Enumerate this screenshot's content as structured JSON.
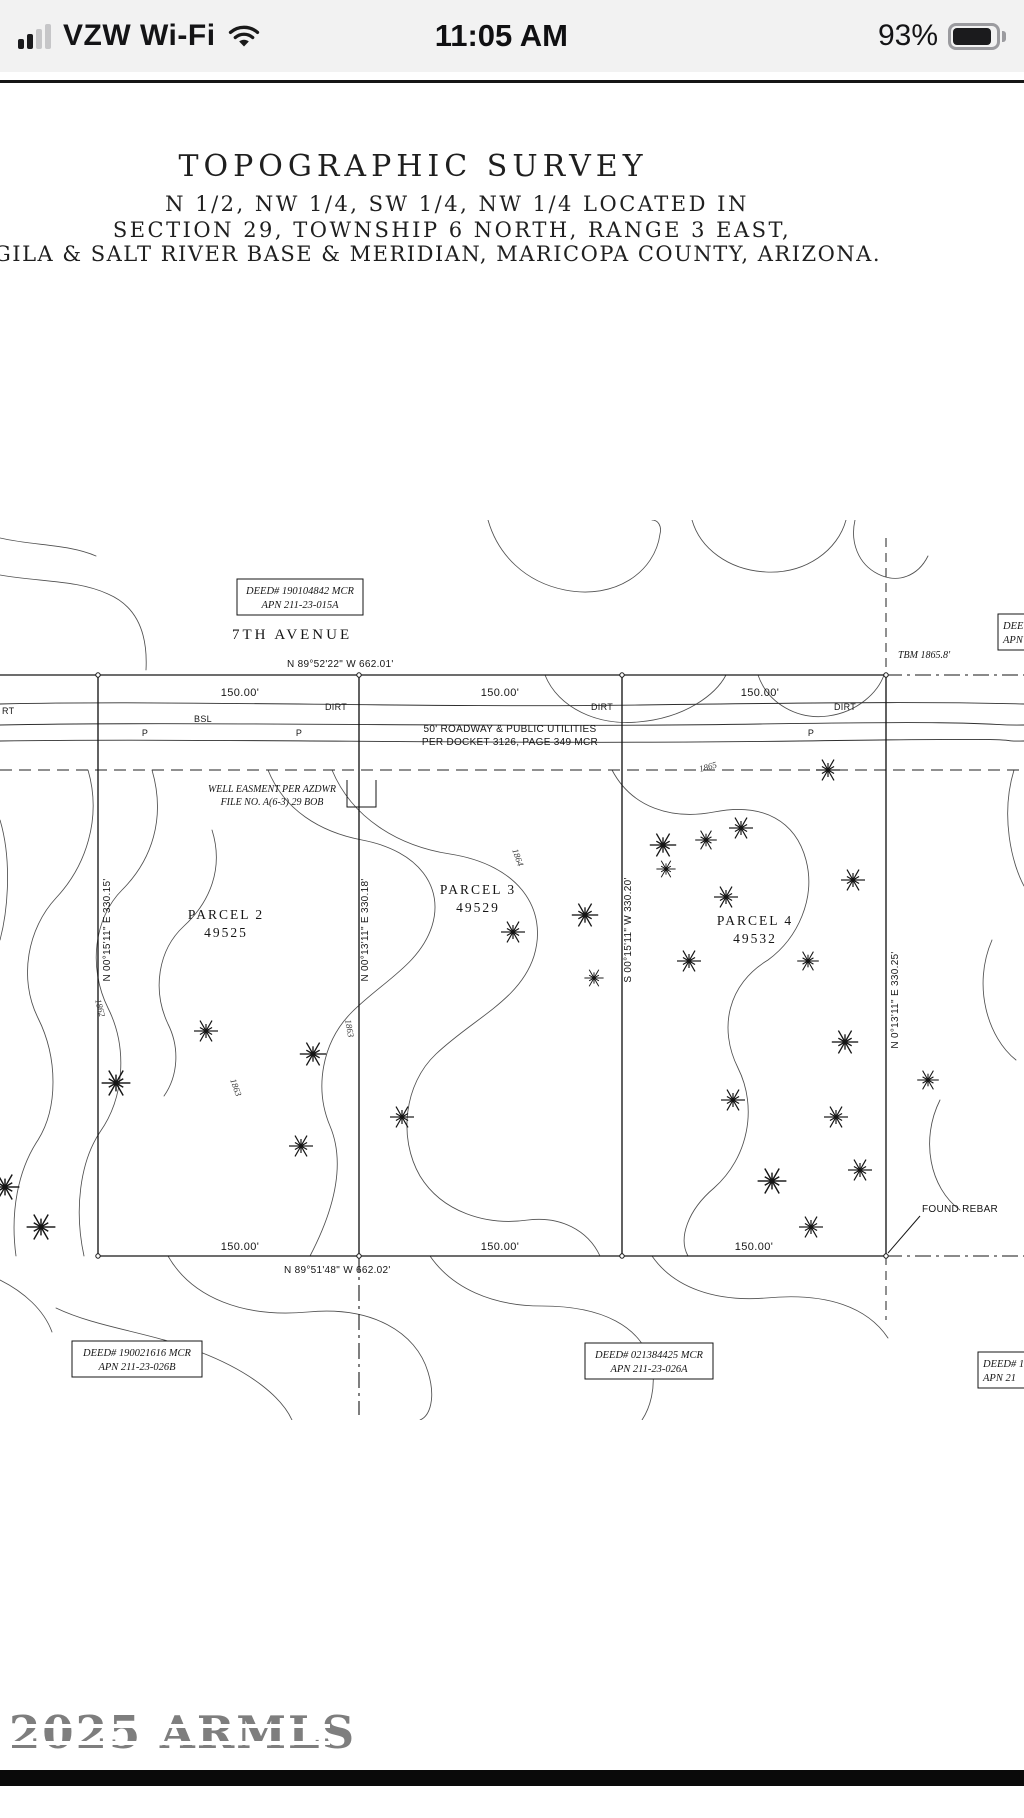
{
  "status_bar": {
    "carrier": "VZW Wi-Fi",
    "time": "11:05 AM",
    "battery_percent": "93%"
  },
  "title_block": {
    "line1": "TOPOGRAPHIC SURVEY",
    "line2": "N 1/2, NW 1/4, SW 1/4, NW 1/4 LOCATED IN",
    "line3": "SECTION 29, TOWNSHIP 6 NORTH, RANGE 3 EAST,",
    "line4": "GILA & SALT RIVER BASE & MERIDIAN, MARICOPA COUNTY, ARIZONA."
  },
  "survey": {
    "street_label": "7TH AVENUE",
    "north_line_bearing": "N 89°52'22\" W   662.01'",
    "south_line_bearing": "N 89°51'48\" W   662.02'",
    "tbm_label": "TBM 1865.8'",
    "deed_top": {
      "line1": "DEED# 190104842 MCR",
      "line2": "APN 211-23-015A"
    },
    "deed_right_top": {
      "line1": "DEE",
      "line2": "APN"
    },
    "deed_bottom_left": {
      "line1": "DEED# 190021616 MCR",
      "line2": "APN 211-23-026B"
    },
    "deed_bottom_mid": {
      "line1": "DEED# 021384425 MCR",
      "line2": "APN 211-23-026A"
    },
    "deed_bottom_right": {
      "line1": "DEED# 1",
      "line2": "APN 21"
    },
    "dims_top": [
      "150.00'",
      "150.00'",
      "150.00'"
    ],
    "dims_bottom": [
      "150.00'",
      "150.00'",
      "150.00'"
    ],
    "dirt_labels": [
      "DIRT",
      "DIRT",
      "DIRT"
    ],
    "bsl_label": "BSL",
    "rt_label": "RT",
    "pole_labels": [
      "P",
      "P",
      "P"
    ],
    "roadway_note_line1": "50' ROADWAY & PUBLIC UTILITIES",
    "roadway_note_line2": "PER DOCKET 3126, PAGE 349 MCR",
    "well_note_line1": "WELL EASMENT PER AZDWR",
    "well_note_line2": "FILE NO. A(6-3) 29 BOB",
    "parcels": [
      {
        "name": "PARCEL 2",
        "number": "49525",
        "side_bearing": "N 00°15'11\" E   330.15'"
      },
      {
        "name": "PARCEL 3",
        "number": "49529",
        "side_bearing": "N 00°13'11\" E   330.18'"
      },
      {
        "name": "PARCEL 4",
        "number": "49532",
        "side_bearing": "S 00°15'11\" W   330.20'"
      }
    ],
    "east_side_bearing": "N 0°13'11\" E   330.25'",
    "found_rebar_label": "FOUND REBAR",
    "contour_labels": [
      "1865",
      "1864",
      "1863",
      "1862",
      "1863"
    ],
    "trees": [
      [
        828,
        250,
        1
      ],
      [
        663,
        325,
        1.1
      ],
      [
        706,
        320,
        0.9
      ],
      [
        741,
        308,
        1
      ],
      [
        666,
        349,
        0.8
      ],
      [
        853,
        360,
        1
      ],
      [
        726,
        377,
        1
      ],
      [
        585,
        395,
        1.1
      ],
      [
        513,
        412,
        1
      ],
      [
        689,
        441,
        1
      ],
      [
        808,
        441,
        0.9
      ],
      [
        594,
        458,
        0.8
      ],
      [
        845,
        522,
        1.1
      ],
      [
        206,
        511,
        1
      ],
      [
        313,
        534,
        1.1
      ],
      [
        116,
        563,
        1.2
      ],
      [
        402,
        597,
        1
      ],
      [
        733,
        580,
        1
      ],
      [
        836,
        597,
        1
      ],
      [
        301,
        626,
        1
      ],
      [
        772,
        661,
        1.2
      ],
      [
        860,
        650,
        1
      ],
      [
        5,
        667,
        1.2
      ],
      [
        41,
        707,
        1.2
      ],
      [
        811,
        707,
        1
      ],
      [
        928,
        560,
        0.9
      ]
    ]
  },
  "watermark": {
    "text": "2025 ARMLS"
  }
}
